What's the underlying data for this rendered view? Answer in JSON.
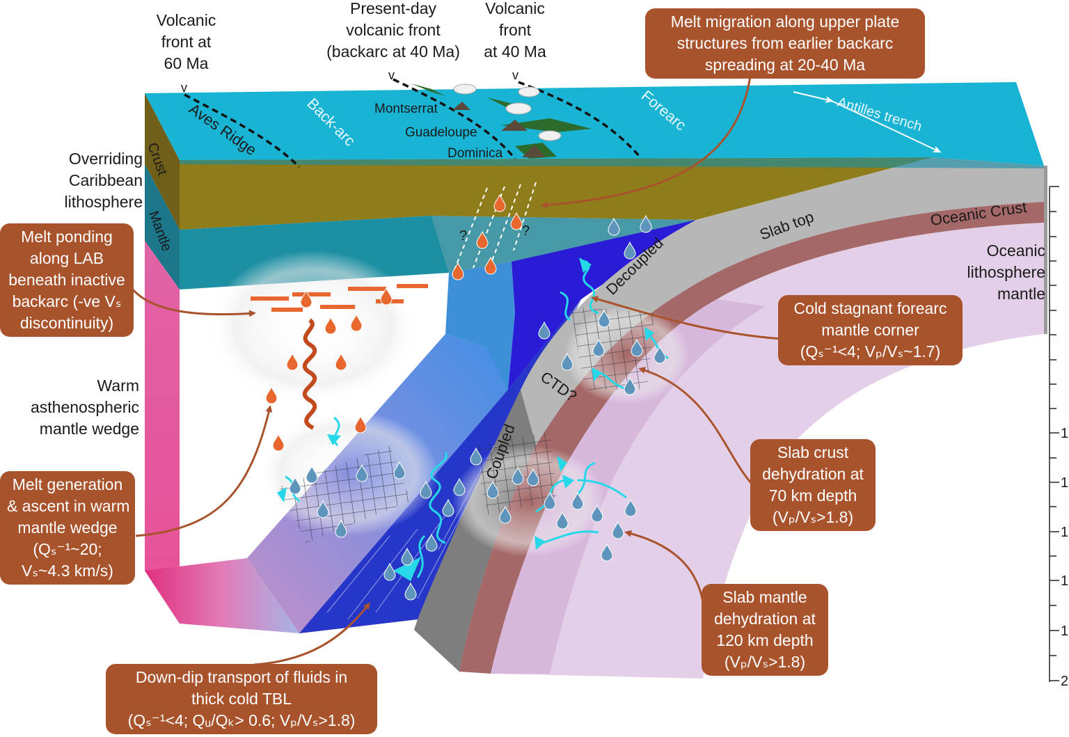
{
  "top_labels": {
    "volcanic_front_60": [
      "Volcanic",
      "front at",
      "60 Ma"
    ],
    "present_day_front": [
      "Present-day",
      "volcanic front",
      "(backarc at 40 Ma)"
    ],
    "volcanic_front_40": [
      "Volcanic",
      "front",
      "at 40 Ma"
    ],
    "volcano_marker": "v"
  },
  "surface_labels": {
    "aves_ridge": "Aves Ridge",
    "back_arc": "Back-arc",
    "forearc": "Forearc",
    "montserrat": "Montserrat",
    "guadeloupe": "Guadeloupe",
    "dominica": "Dominica",
    "antilles_trench": "Antilles trench"
  },
  "side_labels": {
    "crust": "Crust",
    "mantle": "Mantle",
    "overriding": [
      "Overriding",
      "Caribbean",
      "lithosphere"
    ],
    "warm_wedge": [
      "Warm",
      "asthenospheric",
      "mantle wedge"
    ]
  },
  "slab_labels": {
    "slab_top": "Slab top",
    "oceanic_crust": "Oceanic Crust",
    "oceanic_lithosphere": [
      "Oceanic",
      "lithosphere",
      "mantle"
    ],
    "decoupled": "Decoupled",
    "coupled": "Coupled",
    "ctd": "CTD?",
    "question": "?"
  },
  "callouts": {
    "melt_migration": [
      "Melt migration along upper plate",
      "structures from earlier backarc",
      "spreading at 20-40 Ma"
    ],
    "melt_ponding": [
      "Melt ponding",
      "along LAB",
      "beneath inactive",
      "backarc (-ve Vₛ",
      "discontinuity)"
    ],
    "cold_forearc": [
      "Cold stagnant forearc",
      "mantle corner",
      "(Qₛ⁻¹<4; Vₚ/Vₛ~1.7)"
    ],
    "slab_crust": [
      "Slab crust",
      "dehydration at",
      "70 km depth",
      "(Vₚ/Vₛ>1.8)"
    ],
    "melt_generation": [
      "Melt generation",
      "& ascent in warm",
      "mantle wedge",
      "(Qₛ⁻¹~20;",
      "Vₛ~4.3 km/s)"
    ],
    "slab_mantle": [
      "Slab mantle",
      "dehydration at",
      "120 km depth",
      "(Vₚ/Vₛ>1.8)"
    ],
    "downdip": [
      "Down-dip transport of fluids in",
      "thick cold TBL",
      "(Qₛ⁻¹<4; Qᵤ/Qₖ> 0.6; Vₚ/Vₛ>1.8)"
    ]
  },
  "scale_ticks": [
    "1",
    "1",
    "1",
    "1",
    "1",
    "2"
  ],
  "colors": {
    "sea": "#19b4d3",
    "crust": "#8e7d1a",
    "lith_mantle": "#1d8fa2",
    "wedge_front": "#e8539b",
    "tbl": "#2a3bd1",
    "slab_top": "#b3b3b3",
    "oceanic_crust": "#a56868",
    "oceanic_mantle": "#e6d3ea",
    "callout": "#a9532d",
    "melt": "#e8672e",
    "fluid": "#5f95bd",
    "fluid_arrow": "#27d8e8"
  }
}
